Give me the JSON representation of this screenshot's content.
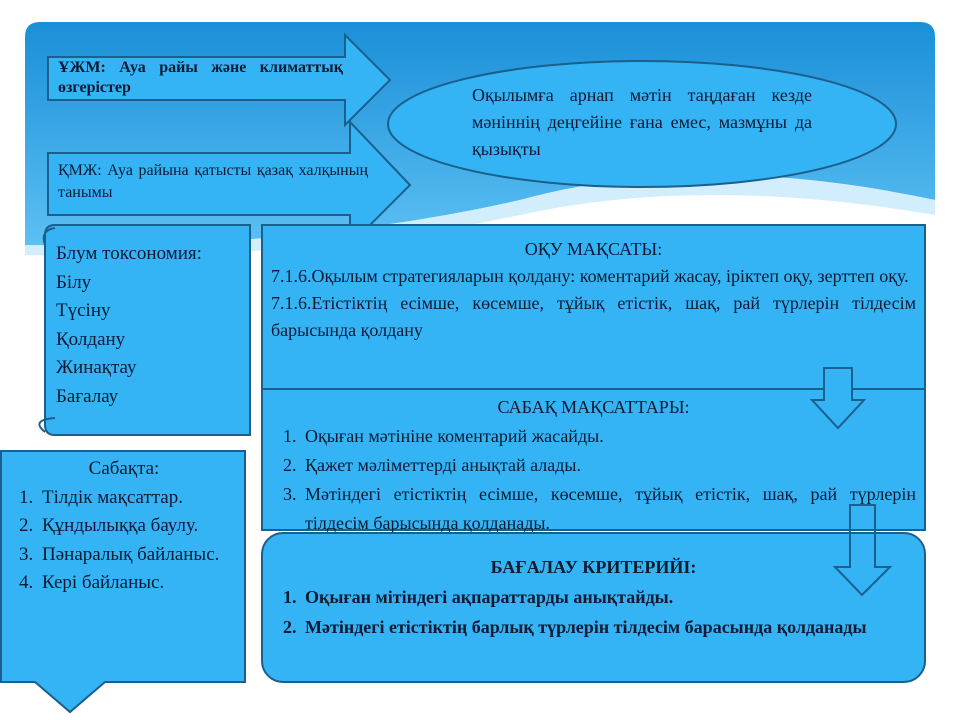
{
  "colors": {
    "fill": "#34b3f5",
    "border": "#1b5f8c",
    "band": "#1f9be0"
  },
  "arrow_top": {
    "text": "ҰЖМ: Ауа райы және климаттық өзгерістер"
  },
  "arrow_second": {
    "text": "ҚМЖ: Ауа райына қатысты қазақ халқының танымы"
  },
  "ellipse": {
    "text": "Оқылымға арнап мәтін таңдаған кезде мәніннің деңгейіне ғана емес, мазмұны да қызықты"
  },
  "bloom": {
    "title": "Блум токсономия:",
    "items": [
      "Білу",
      "Түсіну",
      "Қолдану",
      "Жинақтау",
      "Бағалау"
    ]
  },
  "learning_objectives": {
    "title": "ОҚУ МАҚСАТЫ:",
    "items": [
      "7.1.6.Оқылым стратегияларын қолдану: коментарий жасау, іріктеп оқу, зерттеп оқу.",
      "7.1.6.Етістіктің есімше, көсемше, тұйық етістік, шақ, рай түрлерін тілдесім барысында қолдану"
    ]
  },
  "lesson_goals": {
    "title": "САБАҚ МАҚСАТТАРЫ:",
    "items": [
      "Оқыған мәтініне коментарий жасайды.",
      "Қажет мәліметтерді анықтай алады.",
      "Мәтіндегі етістіктің есімше, көсемше, тұйық етістік, шақ, рай түрлерін тілдесім барысында қолданады."
    ]
  },
  "in_lesson": {
    "title": "Сабақта:",
    "items": [
      "Тілдік мақсаттар.",
      "Құндылыққа баулу.",
      "Пәнаралық байланыс.",
      "Кері байланыс."
    ]
  },
  "criteria": {
    "title": "БАҒАЛАУ КРИТЕРИЙІ:",
    "items": [
      "Оқыған мітіндегі ақпараттарды анықтайды.",
      "Мәтіндегі етістіктің барлық түрлерін тілдесім барасында қолданады"
    ]
  }
}
